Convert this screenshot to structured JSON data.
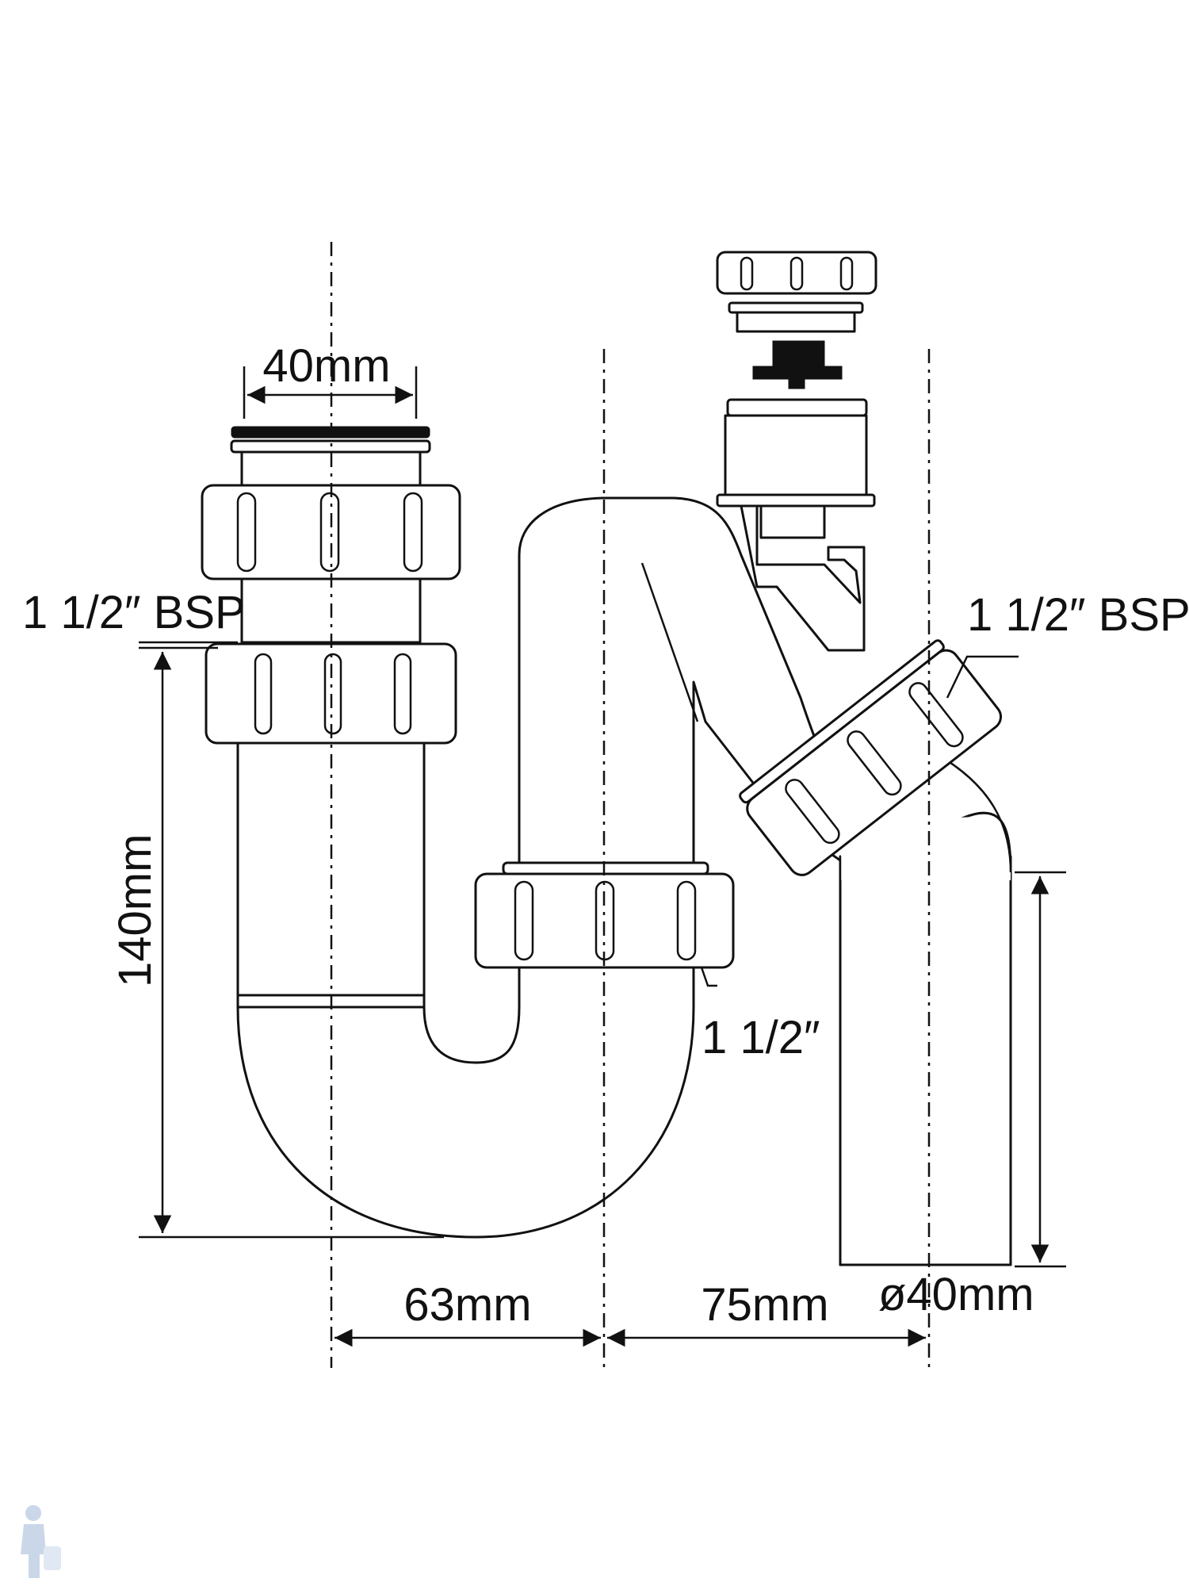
{
  "labels": {
    "inlet_width": "40mm",
    "left_thread": "1 1/2″ BSP",
    "right_thread": "1 1/2″ BSP",
    "bottom_nut": "1 1/2″",
    "height": "140mm",
    "offset_left": "63mm",
    "offset_right": "75mm",
    "outlet_diameter": "ø40mm"
  },
  "colors": {
    "line": "#111111",
    "background": "#ffffff",
    "watermark": "#9db8d8"
  },
  "icons": [
    "plumber-logo-icon"
  ]
}
